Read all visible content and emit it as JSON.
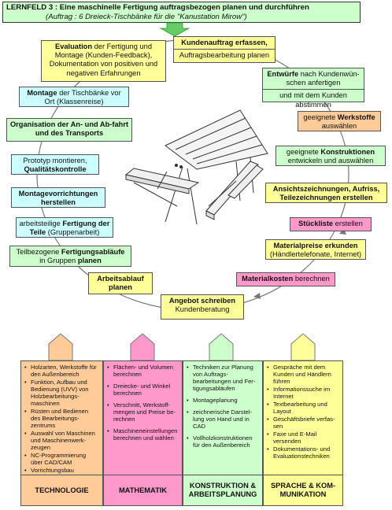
{
  "title": {
    "line1": "LERNFELD 3 :  Eine maschinelle Fertigung auftragsbezogen planen und durchführen",
    "line2": "(Auftrag : 6 Dreieck-Tischbänke für die \"Kanustation Mirow\")"
  },
  "cycle": {
    "kundenauftrag": {
      "top": "Kundenauftrag erfassen,",
      "bottom": "Auftragsbearbeitung planen"
    },
    "entwuerfe": {
      "top_b": "Entwürfe",
      "top_rest": " nach Kundenwün-schen anfertigen",
      "bottom": "und mit dem Kunden abstimmen"
    },
    "werkstoffe": {
      "pre": "geeignete ",
      "b": "Werkstoffe",
      "post": " auswählen"
    },
    "konstruktionen": {
      "pre": "geeignete ",
      "b": "Konstruktionen",
      "post": " entwickeln und auswählen"
    },
    "ansicht": {
      "b": "Ansichtszeichnungen, Aufriss, Teilezeichnungen erstellen"
    },
    "stueckliste": {
      "b": "Stückliste",
      "post": " erstellen"
    },
    "materialpreise": {
      "b": "Materialpreise erkunden",
      "post": " (Händlertelefonate, Internet)"
    },
    "materialkosten": {
      "b": "Materialkosten",
      "post": " berechnen"
    },
    "angebot": {
      "b": "Angebot schreiben",
      "post": "Kundenberatung"
    },
    "arbeitsablauf": {
      "b": "Arbeitsablauf planen"
    },
    "fertigungsablaeufe": {
      "pre": "Teilbezogene ",
      "b1": "Fertigungsabläufe",
      "mid": " in Gruppen ",
      "b2": "planen"
    },
    "fertigung_teile": {
      "pre": "arbeitsteilige ",
      "b": "Fertigung der Teile",
      "post": " (Gruppenarbeit)"
    },
    "montagevorrichtungen": {
      "b": "Montagevorrichtungen herstellen"
    },
    "prototyp": {
      "pre": "Prototyp montieren, ",
      "b": "Qualitätskontrolle"
    },
    "organisation": {
      "b": "Organisation der An- und Ab-fahrt und des Transports"
    },
    "montage": {
      "b": "Montage",
      "post": " der Tischbänke vor Ort (Klassenreise)"
    },
    "evaluation": {
      "b": "Evaluation",
      "post": " der Fertigung und Montage (Kunden-Feedback), Dokumentation von positiven und negativen Erfahrungen"
    }
  },
  "columns": [
    {
      "name": "TECHNOLOGIE",
      "color": "#ffcc99",
      "items": [
        "Holzarten, Werkstoffe für den Außenbereich",
        "Funktion, Aufbau und Bedienung (UVV) von Holzbearbeitungs-maschinen",
        "Rüsten und Bedienen des Bearbeitungs-zentrums",
        "Auswahl von Maschinen und Maschinenwerk-zeugen",
        "NC-Programmierung über CAD/CAM",
        "Vorrichtungsbau"
      ]
    },
    {
      "name": "MATHEMATIK",
      "color": "#ff99cc",
      "items": [
        "Flächen- und Volumen berechnen",
        "Dreiecke- und Winkel berechnen",
        "Verschnitt, Werkstoff-mengen und Preise be-rechnen",
        "Maschineneinstellungen berechnen und wählen"
      ]
    },
    {
      "name": "KONSTRUKTION & ARBEITSPLANUNG",
      "color": "#ccffcc",
      "items": [
        "Techniken zur Planung von Auftrags-bearbeitungen und Fer-tigungsabläufen",
        "Montageplanung",
        "zeichnerische Darstel-lung von Hand und in CAD",
        "Vollholzkonstruktionen für den Außenbereich"
      ]
    },
    {
      "name": "SPRACHE & KOM-MUNIKATION",
      "color": "#ffff99",
      "items": [
        "Gespräche mit dem Kunden und Händlern führen",
        "Informationssuche im Internet",
        "Textbearbeitung und Layout",
        "Geschäftsbriefe verfas-sen",
        "Faxe und E-Mail versenden",
        "Dokumentations- und Evaluationstechniken"
      ]
    }
  ]
}
